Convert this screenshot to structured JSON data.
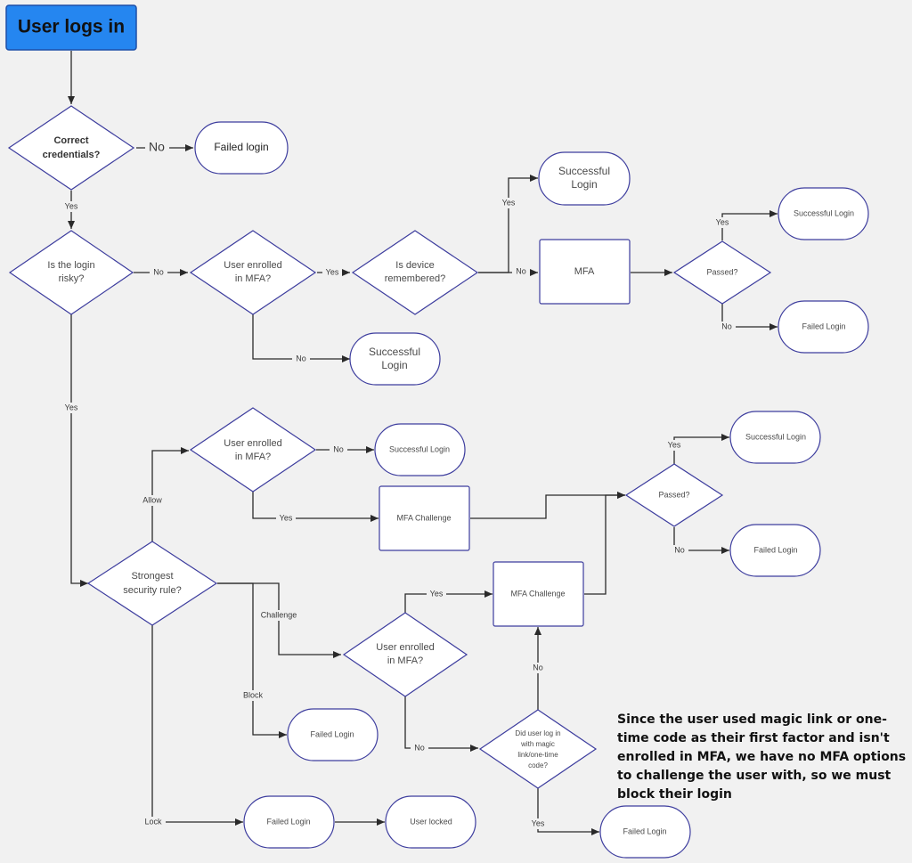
{
  "diagram": {
    "nodes": {
      "start": "User logs in",
      "d_credentials": "Correct credentials?",
      "t_failed_1": "Failed login",
      "d_risky": "Is the login risky?",
      "d_enrolled_1": "User enrolled in MFA?",
      "d_device": "Is device remembered?",
      "t_success_1": "Successful Login",
      "p_mfa": "MFA",
      "d_passed_1": "Passed?",
      "t_success_2": "Successful Login",
      "t_failed_2": "Failed Login",
      "t_success_3": "Successful Login",
      "d_enrolled_2": "User enrolled in MFA?",
      "t_success_4": "Successful Login",
      "p_challenge_1": "MFA Challenge",
      "d_passed_2": "Passed?",
      "t_success_5": "Successful Login",
      "t_failed_3": "Failed Login",
      "d_rule": "Strongest security rule?",
      "p_challenge_2": "MFA Challenge",
      "d_enrolled_3": "User enrolled in MFA?",
      "t_failed_4": "Failed Login",
      "d_magic": "Did user log in with magic link/one-time code?",
      "t_failed_5": "Failed Login",
      "t_failed_6": "Failed Login",
      "t_locked": "User locked"
    },
    "edges": {
      "no_1": "No",
      "yes_1": "Yes",
      "no_2": "No",
      "yes_2": "Yes",
      "no_3": "No",
      "no_4": "No",
      "yes_3": "Yes",
      "no_5": "No",
      "yes_4": "Yes",
      "allow": "Allow",
      "no_6": "No",
      "yes_5": "Yes",
      "yes_6": "Yes",
      "no_7": "No",
      "challenge": "Challenge",
      "block": "Block",
      "yes_7": "Yes",
      "no_8": "No",
      "no_9": "No",
      "yes_8": "Yes",
      "lock": "Lock"
    },
    "note": "Since the user used magic link or one-time code as their first factor and isn't enrolled in MFA, we have no MFA options to challenge the user with, so we must block their login"
  }
}
